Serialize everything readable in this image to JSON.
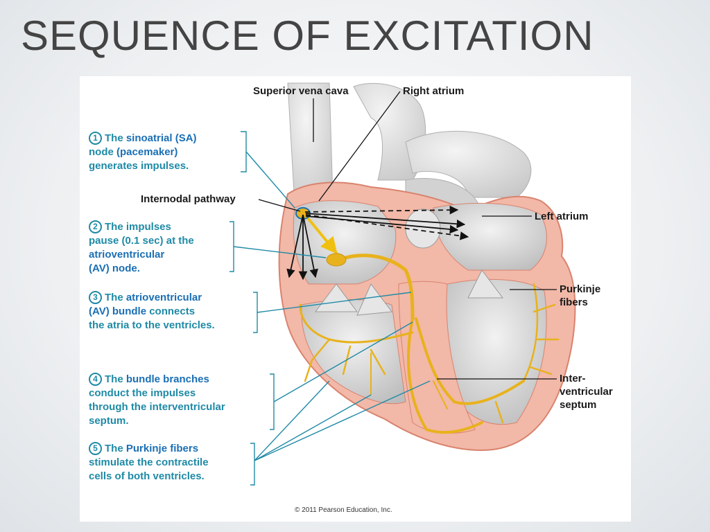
{
  "title": "SEQUENCE OF EXCITATION",
  "labels": {
    "superior_vena_cava": "Superior vena cava",
    "right_atrium": "Right atrium",
    "internodal_pathway": "Internodal pathway",
    "left_atrium": "Left atrium",
    "purkinje_1": "Purkinje",
    "purkinje_2": "fibers",
    "septum_1": "Inter-",
    "septum_2": "ventricular",
    "septum_3": "septum"
  },
  "steps": [
    {
      "num": "1",
      "lines": [
        [
          "The ",
          "sinoatrial (SA)"
        ],
        [
          "node",
          " (pacemaker)"
        ],
        [
          "generates impulses.",
          ""
        ]
      ]
    },
    {
      "num": "2",
      "lines": [
        [
          "The impulses",
          ""
        ],
        [
          "pause (0.1 sec) at the",
          ""
        ],
        [
          "",
          "atrioventricular"
        ],
        [
          "",
          "(AV) node."
        ]
      ]
    },
    {
      "num": "3",
      "lines": [
        [
          "The ",
          "atrioventricular"
        ],
        [
          "",
          "(AV) bundle",
          " connects"
        ],
        [
          "the atria to the ventricles.",
          ""
        ]
      ]
    },
    {
      "num": "4",
      "lines": [
        [
          "The ",
          "bundle branches"
        ],
        [
          "conduct the impulses",
          ""
        ],
        [
          "through the interventricular",
          ""
        ],
        [
          "septum.",
          ""
        ]
      ]
    },
    {
      "num": "5",
      "lines": [
        [
          "The ",
          "Purkinje fibers"
        ],
        [
          "stimulate the contractile",
          ""
        ],
        [
          "cells of both ventricles.",
          ""
        ]
      ]
    }
  ],
  "copyright": "© 2011 Pearson Education, Inc.",
  "colors": {
    "title": "#444444",
    "step_text": "#1f8aa6",
    "heart_wall": "#f2b8a8",
    "conduction": "#e8b21c",
    "interior": "#d9d9d9"
  }
}
